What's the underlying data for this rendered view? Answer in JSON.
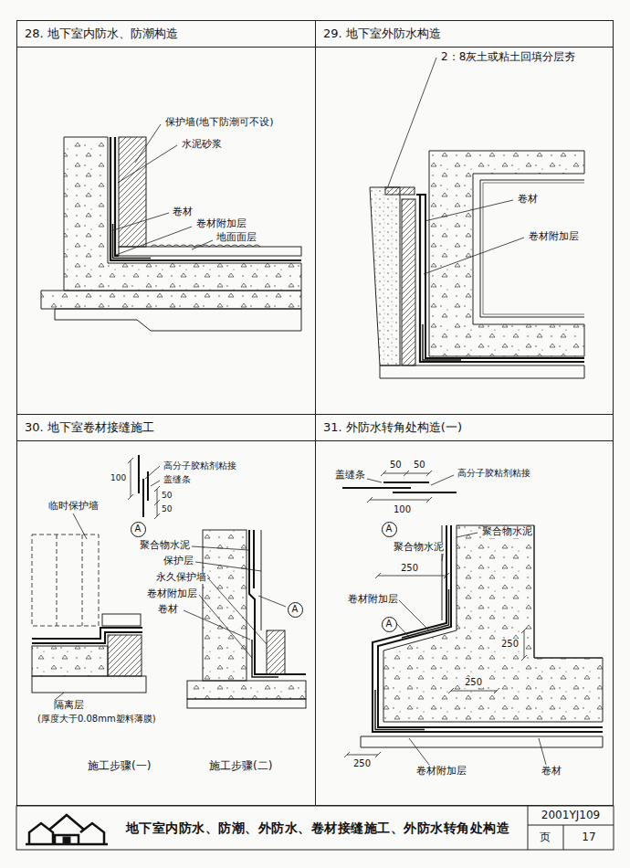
{
  "diagram": {
    "title": "地下室内防水、防潮、外防水、卷材接缝施工、外防水转角处构造",
    "nodes": [
      {
        "text": [
          "28. 地下室内防水、防潮构造"
        ]
      },
      {
        "text": [
          "29. 地下室外防水构造"
        ]
      },
      {
        "text": [
          "30. 地下室卷材接缝施工"
        ]
      },
      {
        "text": [
          "A"
        ],
        "in": 2
      },
      {
        "text": [
          "A"
        ],
        "in": 2
      },
      {
        "text": [
          "31. 外防水转角处构造(一)"
        ]
      },
      {
        "text": [
          "A"
        ],
        "in": 5
      },
      {
        "text": [
          "A"
        ],
        "in": 5
      }
    ],
    "labels": [
      "保护墙(地下防潮可不设)",
      "水泥砂浆",
      "卷材",
      "卷材附加层",
      "地面面层",
      "2：8灰土或粘土回填分层夯",
      "卷材",
      "卷材附加层",
      "高分子胶粘剂粘接",
      "盖缝条",
      "100",
      "50",
      "50",
      "临时保护墙",
      "聚合物水泥",
      "保护层",
      "永久保护墙",
      "卷材附加层",
      "卷材",
      "隔离层",
      "(厚度大于0.08mm塑料薄膜)",
      "施工步骤(一)",
      "施工步骤(二)",
      "盖缝条",
      "50",
      "50",
      "高分子胶粘剂粘接",
      "100",
      "聚合物水泥",
      "聚合物水泥",
      "250",
      "卷材附加层",
      "250",
      "250",
      "250",
      "卷材附加层",
      "卷材",
      "2001YJ109",
      "页",
      "17"
    ]
  }
}
